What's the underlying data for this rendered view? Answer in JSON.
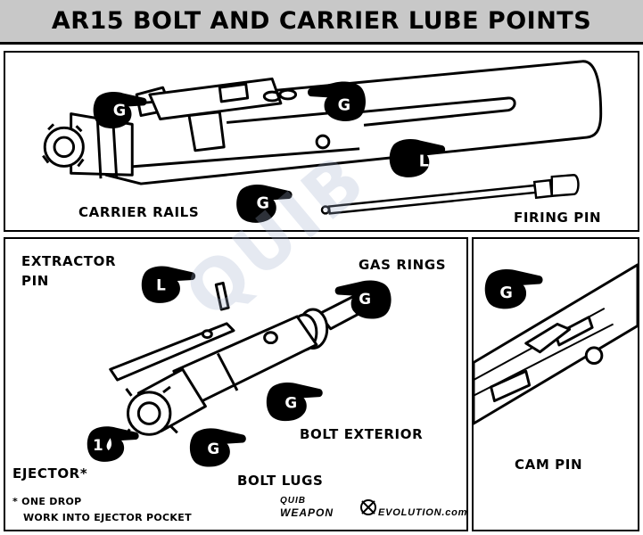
{
  "title": "AR15 BOLT AND CARRIER LUBE POINTS",
  "watermark": "QUIB",
  "markers": {
    "grease": "G",
    "lube": "L",
    "one_drop": "1"
  },
  "top_panel": {
    "labels": {
      "carrier_rails": "CARRIER RAILS",
      "firing_pin": "FIRING PIN"
    }
  },
  "left_panel": {
    "labels": {
      "extractor_pin_line1": "EXTRACTOR",
      "extractor_pin_line2": "PIN",
      "gas_rings": "GAS RINGS",
      "bolt_exterior": "BOLT EXTERIOR",
      "ejector": "EJECTOR*",
      "bolt_lugs": "BOLT LUGS",
      "footnote_line1": "* ONE DROP",
      "footnote_line2": "WORK INTO EJECTOR POCKET"
    }
  },
  "right_panel": {
    "labels": {
      "cam_pin": "CAM PIN"
    }
  },
  "logo": {
    "line1": "QUIB",
    "line2": "WEAPON",
    "line3": "EVOLUTION.com"
  },
  "colors": {
    "title_bg": "#c8c8c8",
    "ink": "#000000",
    "paper": "#ffffff",
    "watermark": "#a0afcd"
  }
}
